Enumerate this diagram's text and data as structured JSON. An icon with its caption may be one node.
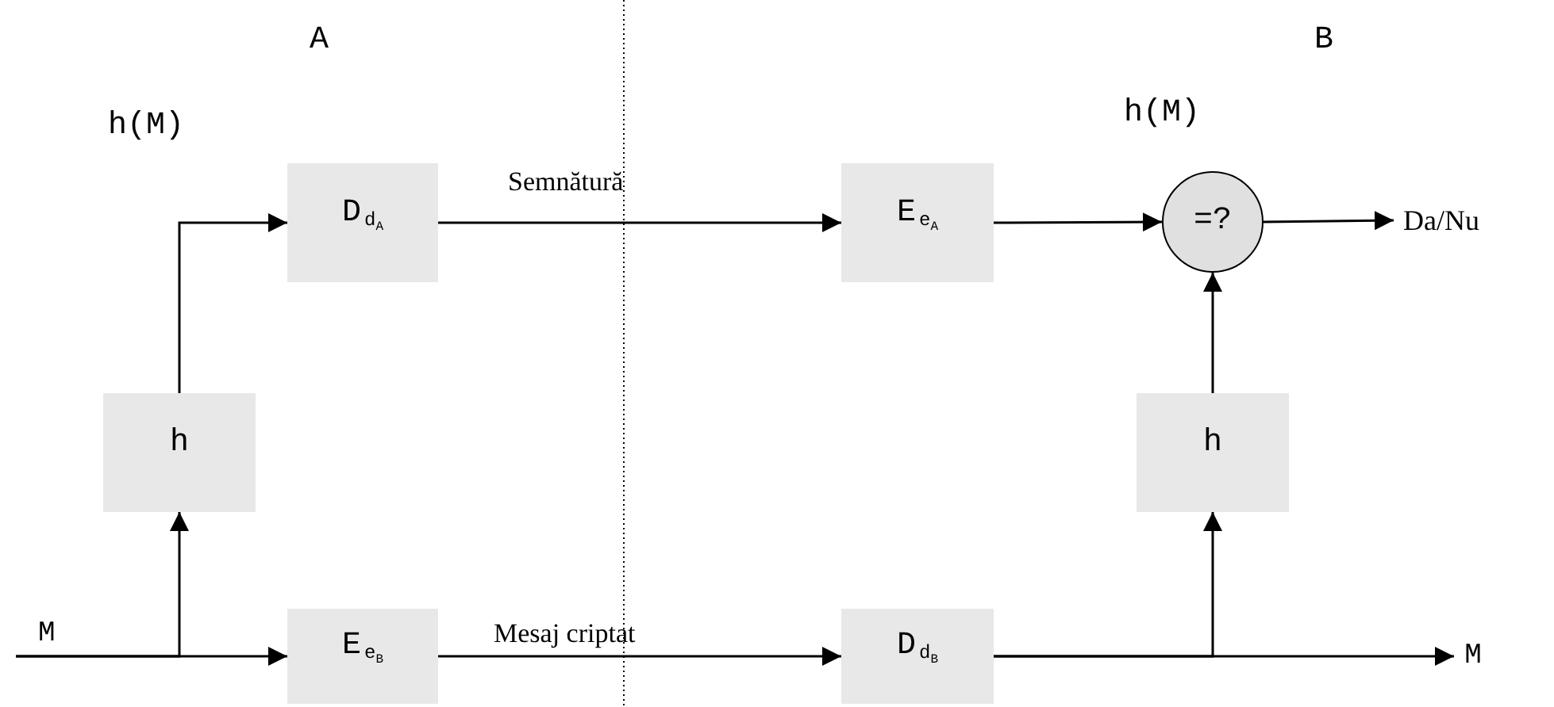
{
  "diagram": {
    "nodes": [
      {
        "text": [
          "D$_{d}$$_{A}$"
        ]
      },
      {
        "text": [
          "E$_{e}$$_{A}$"
        ]
      },
      {
        "text": [
          "=?"
        ]
      },
      {
        "text": [
          "Da/Nu"
        ]
      },
      {
        "text": [
          "h"
        ]
      },
      {
        "text": [
          "h"
        ]
      },
      {
        "text": [
          "E$_{e}$$_{B}$"
        ]
      },
      {
        "text": [
          "D$_{d}$$_{B}$"
        ]
      },
      {
        "text": [
          "M"
        ]
      }
    ],
    "edges": [
      {
        "from": null,
        "to": 6,
        "arrow": "to",
        "label": "M"
      },
      {
        "from": null,
        "to": 4,
        "arrow": "to"
      },
      {
        "from": 4,
        "to": 0,
        "arrow": "to"
      },
      {
        "from": 0,
        "to": 1,
        "arrow": "to",
        "label": "Semnătură"
      },
      {
        "from": 1,
        "to": 2,
        "arrow": "to"
      },
      {
        "from": 2,
        "to": 3,
        "arrow": "to"
      },
      {
        "from": 6,
        "to": 7,
        "arrow": "to",
        "label": "Mesaj criptat"
      },
      {
        "from": 7,
        "to": 8,
        "arrow": "to"
      },
      {
        "from": 7,
        "to": 5,
        "arrow": "to"
      },
      {
        "from": 5,
        "to": 2,
        "arrow": "to"
      }
    ],
    "labels": [
      "A",
      "B",
      "h(M)",
      "h(M)"
    ]
  }
}
